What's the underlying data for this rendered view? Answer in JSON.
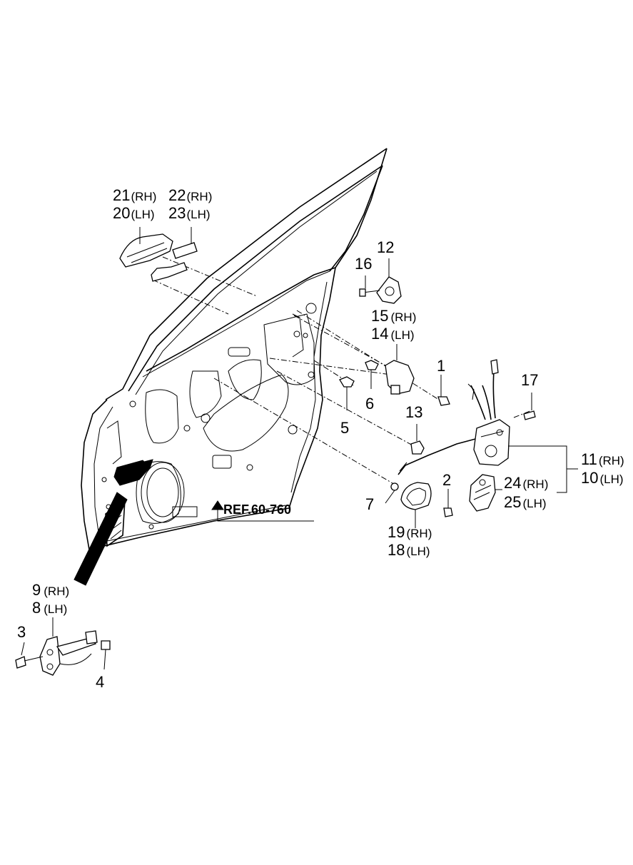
{
  "reference": "REF.60-760",
  "callouts": [
    {
      "id": "c1",
      "num": "1",
      "side": ""
    },
    {
      "id": "c2",
      "num": "2",
      "side": ""
    },
    {
      "id": "c3",
      "num": "3",
      "side": ""
    },
    {
      "id": "c4",
      "num": "4",
      "side": ""
    },
    {
      "id": "c5",
      "num": "5",
      "side": ""
    },
    {
      "id": "c6",
      "num": "6",
      "side": ""
    },
    {
      "id": "c7",
      "num": "7",
      "side": ""
    },
    {
      "id": "c12",
      "num": "12",
      "side": ""
    },
    {
      "id": "c13",
      "num": "13",
      "side": ""
    },
    {
      "id": "c16",
      "num": "16",
      "side": ""
    },
    {
      "id": "c17",
      "num": "17",
      "side": ""
    },
    {
      "id": "c9",
      "num": "9",
      "side": "(RH)"
    },
    {
      "id": "c8",
      "num": "8",
      "side": "(LH)"
    },
    {
      "id": "c11",
      "num": "11",
      "side": "(RH)"
    },
    {
      "id": "c10",
      "num": "10",
      "side": "(LH)"
    },
    {
      "id": "c15",
      "num": "15",
      "side": "(RH)"
    },
    {
      "id": "c14",
      "num": "14",
      "side": "(LH)"
    },
    {
      "id": "c19",
      "num": "19",
      "side": "(RH)"
    },
    {
      "id": "c18",
      "num": "18",
      "side": "(LH)"
    },
    {
      "id": "c21",
      "num": "21",
      "side": "(RH)"
    },
    {
      "id": "c20",
      "num": "20",
      "side": "(LH)"
    },
    {
      "id": "c22",
      "num": "22",
      "side": "(RH)"
    },
    {
      "id": "c23",
      "num": "23",
      "side": "(LH)"
    },
    {
      "id": "c24",
      "num": "24",
      "side": "(RH)"
    },
    {
      "id": "c25",
      "num": "25",
      "side": "(LH)"
    }
  ]
}
